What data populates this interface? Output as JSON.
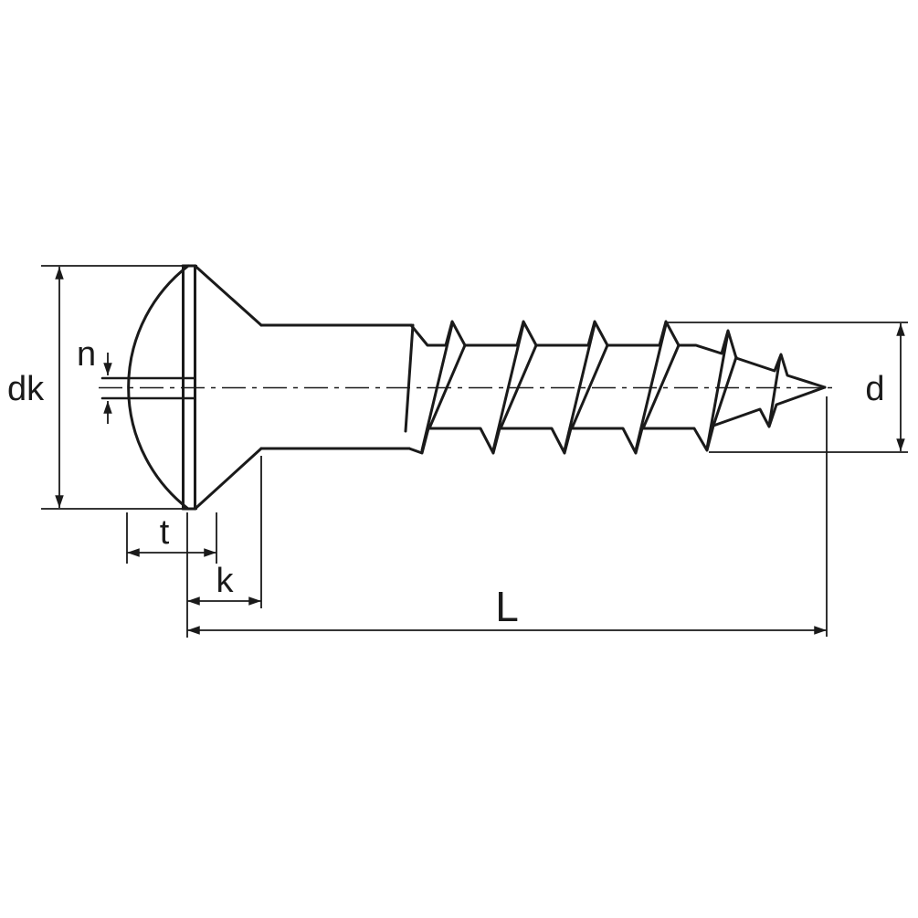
{
  "drawing": {
    "subject": "Slotted raised countersunk (oval) head wood screw - dimensioned side view",
    "background_color": "#ffffff",
    "line_color": "#1a1a1a",
    "labels": {
      "dk": "dk",
      "n": "n",
      "t": "t",
      "k": "k",
      "L": "L",
      "d": "d"
    }
  }
}
